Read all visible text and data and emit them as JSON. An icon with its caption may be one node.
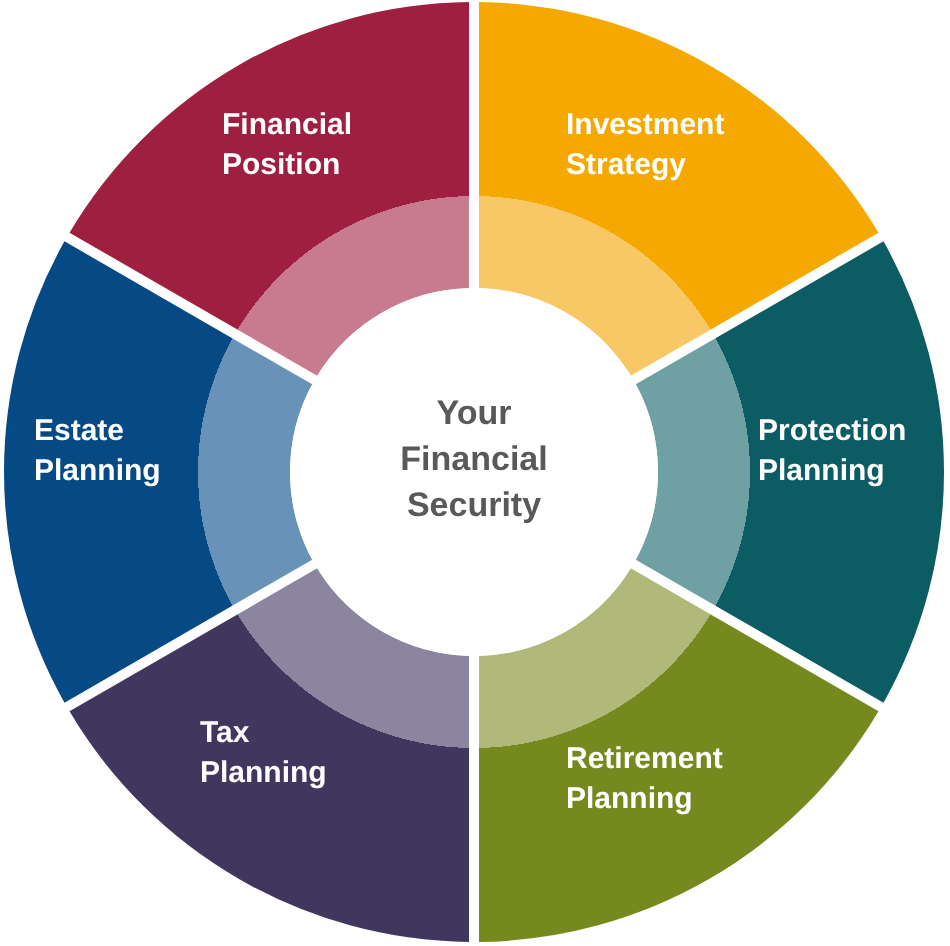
{
  "diagram": {
    "nodes": [
      {
        "text": [
          "Financial Position"
        ]
      },
      {
        "text": [
          "Investment Strategy"
        ]
      },
      {
        "text": [
          "Estate Planning"
        ]
      },
      {
        "text": [
          "Your Financial Security"
        ]
      },
      {
        "text": [
          "Protection Planning"
        ]
      },
      {
        "text": [
          "Tax Planning"
        ]
      },
      {
        "text": [
          "Retirement Planning"
        ]
      }
    ]
  }
}
